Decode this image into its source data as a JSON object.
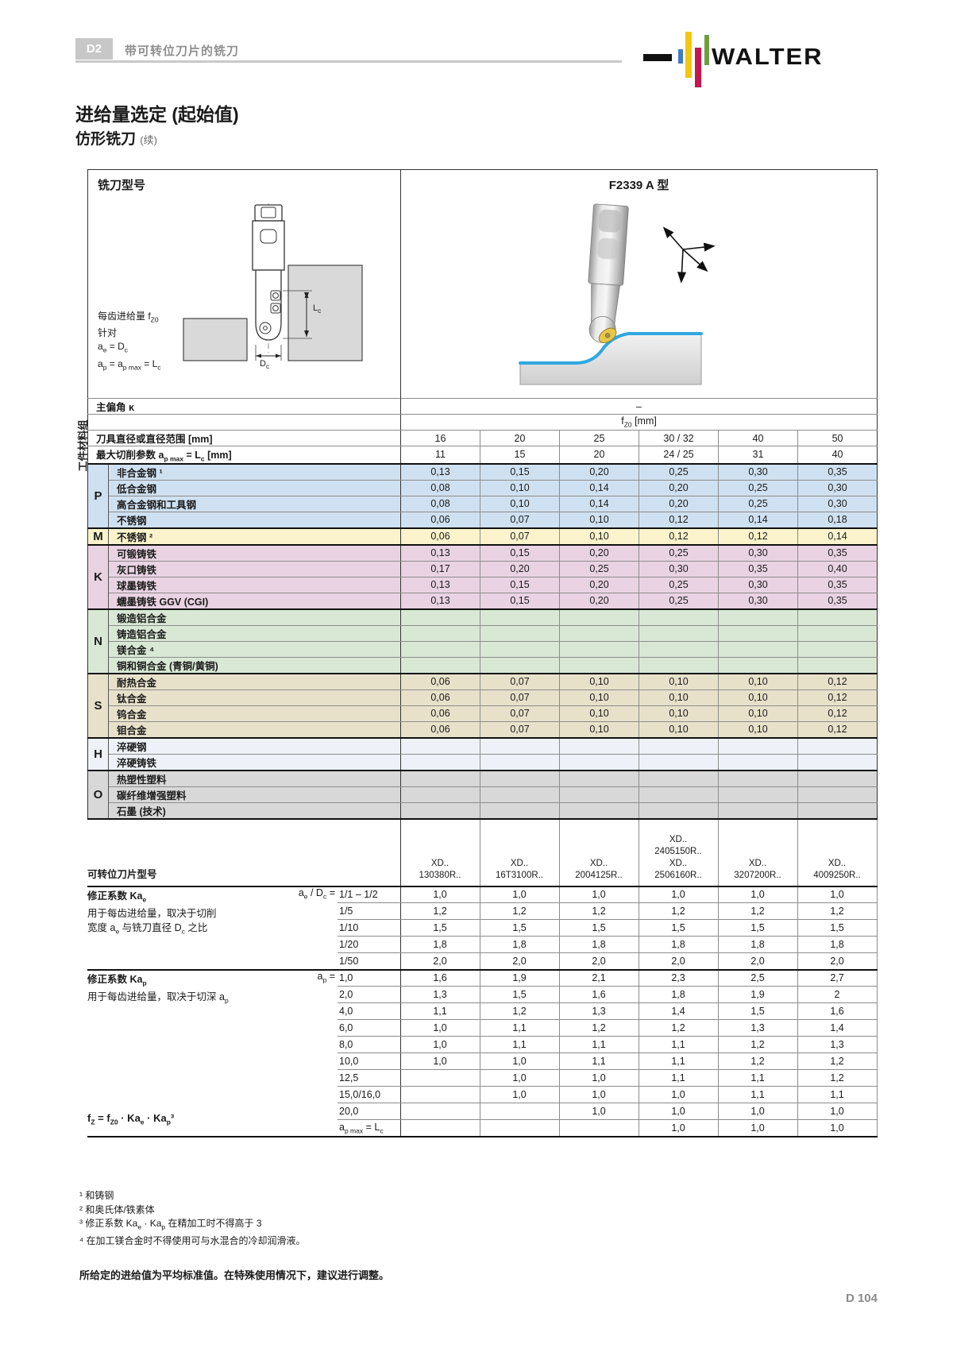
{
  "header": {
    "section_code": "D2",
    "section_title": "带可转位刀片的铣刀",
    "logo_text": "WALTER",
    "logo_colors": {
      "b": "#3f7cc0",
      "y": "#f2c70e",
      "r": "#c2184e",
      "g": "#6f9d3f"
    }
  },
  "title": {
    "main": "进给量选定 (起始值)",
    "sub": "仿形铣刀",
    "sub_note": "(续)"
  },
  "figures": {
    "insert_color": "#e7c64b",
    "surface_highlight": "#2fa8e0",
    "workpiece_gray": "#d9d9d9"
  },
  "matrix": {
    "cutter_label": "铣刀型号",
    "cutter_model": "F2339 A 型",
    "group_axis_label": "工件材料组",
    "feed_note": {
      "line1": [
        {
          "t": "每齿进给量 f"
        },
        {
          "s": "Z0"
        }
      ],
      "line2": [
        {
          "t": "针对"
        }
      ],
      "line3": [
        {
          "t": "a"
        },
        {
          "s": "e"
        },
        {
          "t": " = D"
        },
        {
          "s": "c"
        }
      ],
      "line4": [
        {
          "t": "a"
        },
        {
          "s": "p"
        },
        {
          "t": " = a"
        },
        {
          "s": "p max"
        },
        {
          "t": " = L"
        },
        {
          "s": "c"
        }
      ]
    },
    "drawing_labels": {
      "lc": [
        {
          "t": "L"
        },
        {
          "s": "c"
        }
      ],
      "dc": [
        {
          "t": "D"
        },
        {
          "s": "c"
        }
      ]
    },
    "spec": {
      "lead_angle_label": "主偏角 κ",
      "lead_angle_value": "–",
      "fz0_header": [
        {
          "t": "f"
        },
        {
          "s": "Z0"
        },
        {
          "t": " [mm]"
        }
      ],
      "diameter_label": "刀具直径或直径范围 [mm]",
      "diameter_values": [
        "16",
        "20",
        "25",
        "30 / 32",
        "40",
        "50"
      ],
      "apmax_label": [
        {
          "t": "最大切削参数 a"
        },
        {
          "s": "p max"
        },
        {
          "t": " = L"
        },
        {
          "s": "c"
        },
        {
          "t": " [mm]"
        }
      ],
      "apmax_values": [
        "11",
        "15",
        "20",
        "24 / 25",
        "31",
        "40"
      ]
    },
    "groups": [
      {
        "letter": "P",
        "color": "#cfe1f1",
        "rows": [
          {
            "label": "非合金钢 ¹",
            "values": [
              "0,13",
              "0,15",
              "0,20",
              "0,25",
              "0,30",
              "0,35"
            ]
          },
          {
            "label": "低合金钢",
            "values": [
              "0,08",
              "0,10",
              "0,14",
              "0,20",
              "0,25",
              "0,30"
            ]
          },
          {
            "label": "高合金钢和工具钢",
            "values": [
              "0,08",
              "0,10",
              "0,14",
              "0,20",
              "0,25",
              "0,30"
            ]
          },
          {
            "label": "不锈钢",
            "values": [
              "0,06",
              "0,07",
              "0,10",
              "0,12",
              "0,14",
              "0,18"
            ]
          }
        ]
      },
      {
        "letter": "M",
        "color": "#faf3cb",
        "rows": [
          {
            "label": "不锈钢 ²",
            "values": [
              "0,06",
              "0,07",
              "0,10",
              "0,12",
              "0,12",
              "0,14"
            ]
          }
        ]
      },
      {
        "letter": "K",
        "color": "#e9d3e3",
        "rows": [
          {
            "label": "可锻铸铁",
            "values": [
              "0,13",
              "0,15",
              "0,20",
              "0,25",
              "0,30",
              "0,35"
            ]
          },
          {
            "label": "灰口铸铁",
            "values": [
              "0,17",
              "0,20",
              "0,25",
              "0,30",
              "0,35",
              "0,40"
            ]
          },
          {
            "label": "球墨铸铁",
            "values": [
              "0,13",
              "0,15",
              "0,20",
              "0,25",
              "0,30",
              "0,35"
            ]
          },
          {
            "label": "蠕墨铸铁 GGV (CGI)",
            "values": [
              "0,13",
              "0,15",
              "0,20",
              "0,25",
              "0,30",
              "0,35"
            ]
          }
        ]
      },
      {
        "letter": "N",
        "color": "#d8e8d4",
        "rows": [
          {
            "label": "锻造铝合金",
            "values": [
              "",
              "",
              "",
              "",
              "",
              ""
            ]
          },
          {
            "label": "铸造铝合金",
            "values": [
              "",
              "",
              "",
              "",
              "",
              ""
            ]
          },
          {
            "label": "镁合金 ⁴",
            "values": [
              "",
              "",
              "",
              "",
              "",
              ""
            ]
          },
          {
            "label": "铜和铜合金 (青铜/黄铜)",
            "values": [
              "",
              "",
              "",
              "",
              "",
              ""
            ]
          }
        ]
      },
      {
        "letter": "S",
        "color": "#e8e1ca",
        "rows": [
          {
            "label": "耐热合金",
            "values": [
              "0,06",
              "0,07",
              "0,10",
              "0,10",
              "0,10",
              "0,12"
            ]
          },
          {
            "label": "钛合金",
            "values": [
              "0,06",
              "0,07",
              "0,10",
              "0,10",
              "0,10",
              "0,12"
            ]
          },
          {
            "label": "钨合金",
            "values": [
              "0,06",
              "0,07",
              "0,10",
              "0,10",
              "0,10",
              "0,12"
            ]
          },
          {
            "label": "钼合金",
            "values": [
              "0,06",
              "0,07",
              "0,10",
              "0,10",
              "0,10",
              "0,12"
            ]
          }
        ]
      },
      {
        "letter": "H",
        "color": "#eef2f8",
        "rows": [
          {
            "label": "淬硬钢",
            "values": [
              "",
              "",
              "",
              "",
              "",
              ""
            ]
          },
          {
            "label": "淬硬铸铁",
            "values": [
              "",
              "",
              "",
              "",
              "",
              ""
            ]
          }
        ]
      },
      {
        "letter": "O",
        "color": "#d8d8d8",
        "rows": [
          {
            "label": "热塑性塑料",
            "values": [
              "",
              "",
              "",
              "",
              "",
              ""
            ]
          },
          {
            "label": "碳纤维增强塑料",
            "values": [
              "",
              "",
              "",
              "",
              "",
              ""
            ]
          },
          {
            "label": "石墨 (技术)",
            "values": [
              "",
              "",
              "",
              "",
              "",
              ""
            ]
          }
        ]
      }
    ]
  },
  "inserts": {
    "label": "可转位刀片型号",
    "columns": [
      [
        "XD..",
        "130380R.."
      ],
      [
        "XD..",
        "16T3100R.."
      ],
      [
        "XD..",
        "2004125R.."
      ],
      [
        "XD..",
        "2405150R..",
        "XD..",
        "2506160R.."
      ],
      [
        "XD..",
        "3207200R.."
      ],
      [
        "XD..",
        "4009250R.."
      ]
    ]
  },
  "kae": {
    "title": [
      {
        "t": "修正系数 Ka"
      },
      {
        "s": "e"
      }
    ],
    "desc1": "用于每齿进给量，取决于切削",
    "desc2": [
      {
        "t": "宽度 a"
      },
      {
        "s": "e"
      },
      {
        "t": " 与铣刀直径 D"
      },
      {
        "s": "c"
      },
      {
        "t": " 之比"
      }
    ],
    "prefix": [
      {
        "t": "a"
      },
      {
        "s": "e"
      },
      {
        "t": " / D"
      },
      {
        "s": "c"
      },
      {
        "t": " = "
      }
    ],
    "rows": [
      {
        "key": "1/1 – 1/2",
        "values": [
          "1,0",
          "1,0",
          "1,0",
          "1,0",
          "1,0",
          "1,0"
        ]
      },
      {
        "key": "1/5",
        "values": [
          "1,2",
          "1,2",
          "1,2",
          "1,2",
          "1,2",
          "1,2"
        ]
      },
      {
        "key": "1/10",
        "values": [
          "1,5",
          "1,5",
          "1,5",
          "1,5",
          "1,5",
          "1,5"
        ]
      },
      {
        "key": "1/20",
        "values": [
          "1,8",
          "1,8",
          "1,8",
          "1,8",
          "1,8",
          "1,8"
        ]
      },
      {
        "key": "1/50",
        "values": [
          "2,0",
          "2,0",
          "2,0",
          "2,0",
          "2,0",
          "2,0"
        ]
      }
    ]
  },
  "kap": {
    "title": [
      {
        "t": "修正系数 Ka"
      },
      {
        "s": "p"
      }
    ],
    "desc1": [
      {
        "t": "用于每齿进给量，取决于切深 a"
      },
      {
        "s": "p"
      }
    ],
    "prefix": [
      {
        "t": "a"
      },
      {
        "s": "p"
      },
      {
        "t": " = "
      }
    ],
    "formula": [
      {
        "t": "f"
      },
      {
        "s": "Z"
      },
      {
        "t": " = f"
      },
      {
        "s": "Z0"
      },
      {
        "t": " · Ka"
      },
      {
        "s": "e"
      },
      {
        "t": " · Ka"
      },
      {
        "s": "p"
      },
      {
        "t": "³"
      }
    ],
    "rows": [
      {
        "key": "1,0",
        "values": [
          "1,6",
          "1,9",
          "2,1",
          "2,3",
          "2,5",
          "2,7"
        ]
      },
      {
        "key": "2,0",
        "values": [
          "1,3",
          "1,5",
          "1,6",
          "1,8",
          "1,9",
          "2"
        ]
      },
      {
        "key": "4,0",
        "values": [
          "1,1",
          "1,2",
          "1,3",
          "1,4",
          "1,5",
          "1,6"
        ]
      },
      {
        "key": "6,0",
        "values": [
          "1,0",
          "1,1",
          "1,2",
          "1,2",
          "1,3",
          "1,4"
        ]
      },
      {
        "key": "8,0",
        "values": [
          "1,0",
          "1,1",
          "1,1",
          "1,1",
          "1,2",
          "1,3"
        ]
      },
      {
        "key": "10,0",
        "values": [
          "1,0",
          "1,0",
          "1,1",
          "1,1",
          "1,2",
          "1,2"
        ]
      },
      {
        "key": "12,5",
        "values": [
          "",
          "1,0",
          "1,0",
          "1,1",
          "1,1",
          "1,2"
        ]
      },
      {
        "key": "15,0/16,0",
        "values": [
          "",
          "1,0",
          "1,0",
          "1,0",
          "1,1",
          "1,1"
        ]
      },
      {
        "key": "20,0",
        "values": [
          "",
          "",
          "1,0",
          "1,0",
          "1,0",
          "1,0"
        ]
      },
      {
        "key_rich": [
          {
            "t": "a"
          },
          {
            "s": "p max"
          },
          {
            "t": " = L"
          },
          {
            "s": "c"
          }
        ],
        "values": [
          "",
          "",
          "",
          "1,0",
          "1,0",
          "1,0"
        ]
      }
    ]
  },
  "footnotes": [
    [
      {
        "t": "¹ 和铸钢"
      }
    ],
    [
      {
        "t": "² 和奥氏体/铁素体"
      }
    ],
    [
      {
        "t": "³ 修正系数 Ka"
      },
      {
        "s": "e"
      },
      {
        "t": " · Ka"
      },
      {
        "s": "p"
      },
      {
        "t": " 在精加工时不得高于 3"
      }
    ],
    [
      {
        "t": "⁴ 在加工镁合金时不得使用可与水混合的冷却润滑液。"
      }
    ]
  ],
  "note": "所给定的进给值为平均标准值。在特殊使用情况下，建议进行调整。",
  "page_number": "D 104"
}
